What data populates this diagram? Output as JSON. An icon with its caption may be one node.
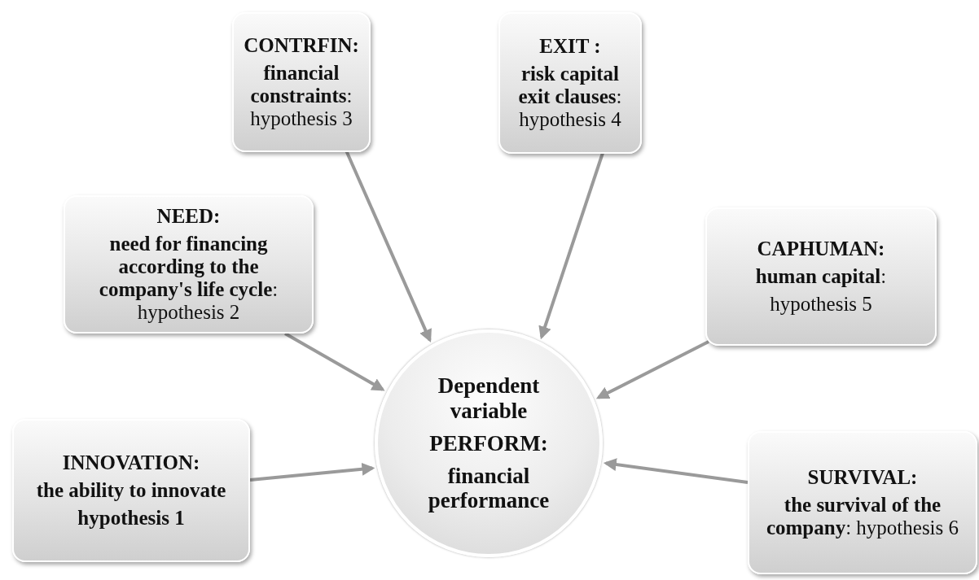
{
  "diagram": {
    "nodes": [
      {
        "text": [
          "CONTRFIN:",
          "**financial constraints**: hypothesis 3"
        ]
      },
      {
        "text": [
          "EXIT :",
          "**risk capital exit clauses**: hypothesis 4"
        ]
      },
      {
        "text": [
          "NEED:",
          "**need for financing according to the company's life cycle**: hypothesis 2"
        ]
      },
      {
        "text": [
          "CAPHUMAN:",
          "**human capital**:",
          "hypothesis 5"
        ]
      },
      {
        "text": [
          "Dependent variable",
          "PERFORM:",
          "financial performance"
        ]
      },
      {
        "text": [
          "INNOVATION:",
          "the ability to innovate",
          "hypothesis 1"
        ]
      },
      {
        "text": [
          "SURVIVAL:",
          "**the survival of the company**: hypothesis 6"
        ]
      }
    ],
    "edges": [
      {
        "from": 0,
        "to": 4,
        "arrow": "to"
      },
      {
        "from": 1,
        "to": 4,
        "arrow": "to"
      },
      {
        "from": 2,
        "to": 4,
        "arrow": "to"
      },
      {
        "from": 3,
        "to": 4,
        "arrow": "to"
      },
      {
        "from": 5,
        "to": 4,
        "arrow": "to"
      },
      {
        "from": 6,
        "to": 4,
        "arrow": "to"
      }
    ]
  }
}
